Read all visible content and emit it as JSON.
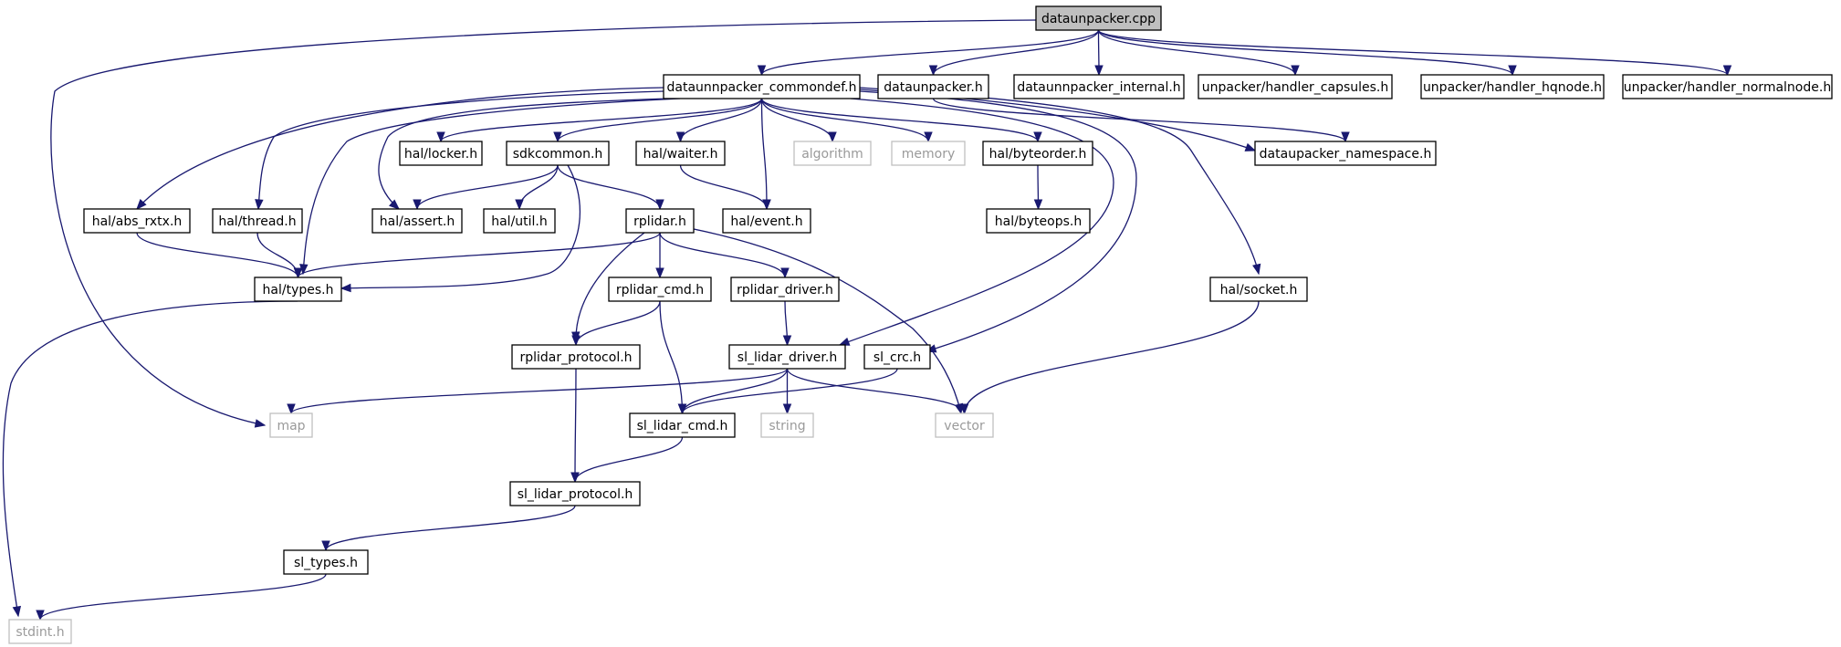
{
  "graph": {
    "nodes": [
      {
        "id": "root",
        "label": "dataunpacker.cpp",
        "kind": "root"
      },
      {
        "id": "commondef",
        "label": "dataunnpacker_commondef.h",
        "kind": "header"
      },
      {
        "id": "dataunpacker_h",
        "label": "dataunpacker.h",
        "kind": "header"
      },
      {
        "id": "internal",
        "label": "dataunnpacker_internal.h",
        "kind": "header"
      },
      {
        "id": "capsules",
        "label": "unpacker/handler_capsules.h",
        "kind": "header"
      },
      {
        "id": "hqnode",
        "label": "unpacker/handler_hqnode.h",
        "kind": "header"
      },
      {
        "id": "normalnode",
        "label": "unpacker/handler_normalnode.h",
        "kind": "header"
      },
      {
        "id": "locker",
        "label": "hal/locker.h",
        "kind": "header"
      },
      {
        "id": "sdkcommon",
        "label": "sdkcommon.h",
        "kind": "header"
      },
      {
        "id": "waiter",
        "label": "hal/waiter.h",
        "kind": "header"
      },
      {
        "id": "algorithm",
        "label": "algorithm",
        "kind": "system"
      },
      {
        "id": "memory",
        "label": "memory",
        "kind": "system"
      },
      {
        "id": "byteorder",
        "label": "hal/byteorder.h",
        "kind": "header"
      },
      {
        "id": "namespace",
        "label": "dataupacker_namespace.h",
        "kind": "header"
      },
      {
        "id": "abs_rxtx",
        "label": "hal/abs_rxtx.h",
        "kind": "header"
      },
      {
        "id": "thread",
        "label": "hal/thread.h",
        "kind": "header"
      },
      {
        "id": "assert",
        "label": "hal/assert.h",
        "kind": "header"
      },
      {
        "id": "util",
        "label": "hal/util.h",
        "kind": "header"
      },
      {
        "id": "rplidar",
        "label": "rplidar.h",
        "kind": "header"
      },
      {
        "id": "event",
        "label": "hal/event.h",
        "kind": "header"
      },
      {
        "id": "byteops",
        "label": "hal/byteops.h",
        "kind": "header"
      },
      {
        "id": "types",
        "label": "hal/types.h",
        "kind": "header"
      },
      {
        "id": "rplidar_cmd",
        "label": "rplidar_cmd.h",
        "kind": "header"
      },
      {
        "id": "rplidar_driver",
        "label": "rplidar_driver.h",
        "kind": "header"
      },
      {
        "id": "socket",
        "label": "hal/socket.h",
        "kind": "header"
      },
      {
        "id": "rplidar_protocol",
        "label": "rplidar_protocol.h",
        "kind": "header"
      },
      {
        "id": "sl_lidar_driver",
        "label": "sl_lidar_driver.h",
        "kind": "header"
      },
      {
        "id": "sl_crc",
        "label": "sl_crc.h",
        "kind": "header"
      },
      {
        "id": "map",
        "label": "map",
        "kind": "system"
      },
      {
        "id": "sl_lidar_cmd",
        "label": "sl_lidar_cmd.h",
        "kind": "header"
      },
      {
        "id": "string",
        "label": "string",
        "kind": "system"
      },
      {
        "id": "vector",
        "label": "vector",
        "kind": "system"
      },
      {
        "id": "sl_lidar_protocol",
        "label": "sl_lidar_protocol.h",
        "kind": "header"
      },
      {
        "id": "sl_types",
        "label": "sl_types.h",
        "kind": "header"
      },
      {
        "id": "stdint",
        "label": "stdint.h",
        "kind": "system"
      }
    ],
    "edges": [
      [
        "root",
        "commondef"
      ],
      [
        "root",
        "dataunpacker_h"
      ],
      [
        "root",
        "internal"
      ],
      [
        "root",
        "capsules"
      ],
      [
        "root",
        "hqnode"
      ],
      [
        "root",
        "normalnode"
      ],
      [
        "root",
        "map"
      ],
      [
        "commondef",
        "abs_rxtx"
      ],
      [
        "commondef",
        "thread"
      ],
      [
        "commondef",
        "assert"
      ],
      [
        "commondef",
        "types"
      ],
      [
        "commondef",
        "locker"
      ],
      [
        "commondef",
        "sdkcommon"
      ],
      [
        "commondef",
        "waiter"
      ],
      [
        "commondef",
        "event"
      ],
      [
        "commondef",
        "algorithm"
      ],
      [
        "commondef",
        "memory"
      ],
      [
        "commondef",
        "byteorder"
      ],
      [
        "commondef",
        "namespace"
      ],
      [
        "commondef",
        "sl_lidar_driver"
      ],
      [
        "commondef",
        "sl_crc"
      ],
      [
        "commondef",
        "socket"
      ],
      [
        "dataunpacker_h",
        "namespace"
      ],
      [
        "sdkcommon",
        "assert"
      ],
      [
        "sdkcommon",
        "util"
      ],
      [
        "sdkcommon",
        "rplidar"
      ],
      [
        "sdkcommon",
        "types"
      ],
      [
        "waiter",
        "event"
      ],
      [
        "byteorder",
        "byteops"
      ],
      [
        "abs_rxtx",
        "types"
      ],
      [
        "thread",
        "types"
      ],
      [
        "rplidar",
        "types"
      ],
      [
        "rplidar",
        "rplidar_cmd"
      ],
      [
        "rplidar",
        "rplidar_driver"
      ],
      [
        "rplidar",
        "rplidar_protocol"
      ],
      [
        "rplidar",
        "vector"
      ],
      [
        "rplidar_cmd",
        "rplidar_protocol"
      ],
      [
        "rplidar_cmd",
        "sl_lidar_cmd"
      ],
      [
        "rplidar_driver",
        "sl_lidar_driver"
      ],
      [
        "types",
        "stdint"
      ],
      [
        "socket",
        "vector"
      ],
      [
        "sl_lidar_driver",
        "map"
      ],
      [
        "sl_lidar_driver",
        "sl_lidar_cmd"
      ],
      [
        "sl_lidar_driver",
        "string"
      ],
      [
        "sl_lidar_driver",
        "vector"
      ],
      [
        "sl_crc",
        "sl_lidar_cmd"
      ],
      [
        "rplidar_protocol",
        "sl_lidar_protocol"
      ],
      [
        "sl_lidar_cmd",
        "sl_lidar_protocol"
      ],
      [
        "sl_lidar_protocol",
        "sl_types"
      ],
      [
        "sl_types",
        "stdint"
      ]
    ]
  }
}
